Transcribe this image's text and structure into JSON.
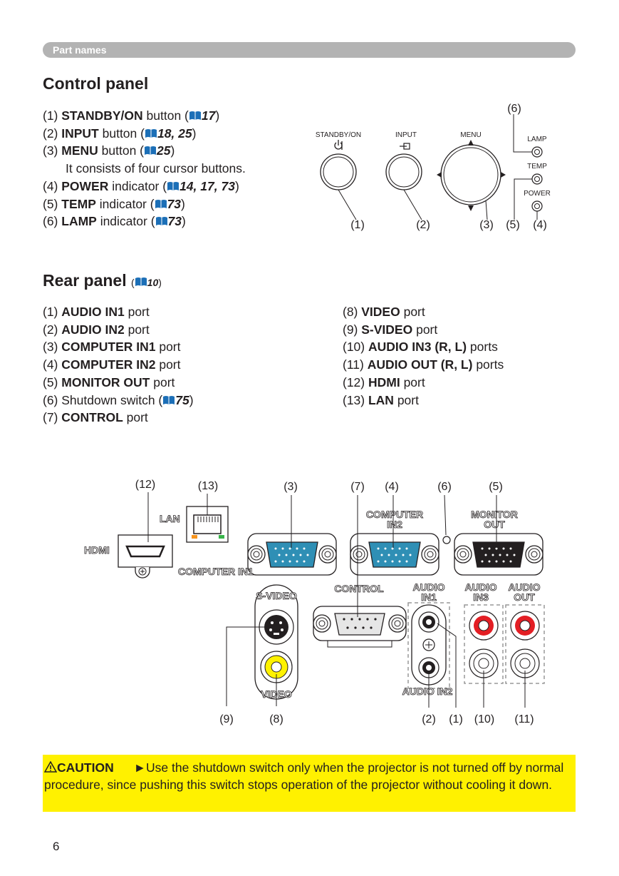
{
  "section_label": "Part names",
  "control_panel": {
    "title": "Control panel",
    "items": [
      {
        "num": "(1) ",
        "name": "STANDBY/ON",
        "suffix": " button (",
        "ref": "17",
        "close": ")"
      },
      {
        "num": "(2) ",
        "name": "INPUT",
        "suffix": " button (",
        "ref": "18, 25",
        "close": ")"
      },
      {
        "num": "(3) ",
        "name": "MENU",
        "suffix": " button (",
        "ref": "25",
        "close": ")"
      },
      {
        "note": "It consists of four cursor buttons."
      },
      {
        "num": "(4) ",
        "name": "POWER",
        "suffix": " indicator (",
        "ref": "14, 17, 73",
        "close": ")"
      },
      {
        "num": "(5) ",
        "name": "TEMP",
        "suffix": " indicator (",
        "ref": "73",
        "close": ")"
      },
      {
        "num": "(6) ",
        "name": "LAMP",
        "suffix": " indicator (",
        "ref": "73",
        "close": ")"
      }
    ],
    "diagram_labels": {
      "standby": "STANDBY/ON",
      "input": "INPUT",
      "menu": "MENU",
      "lamp": "LAMP",
      "temp": "TEMP",
      "power": "POWER",
      "c1": "(1)",
      "c2": "(2)",
      "c3": "(3)",
      "c4": "(4)",
      "c5": "(5)",
      "c6": "(6)"
    }
  },
  "rear_panel": {
    "title": "Rear panel",
    "title_ref": "10",
    "left_items": [
      {
        "num": "(1) ",
        "name": "AUDIO IN1",
        "suffix": " port"
      },
      {
        "num": "(2) ",
        "name": "AUDIO IN2",
        "suffix": " port"
      },
      {
        "num": "(3) ",
        "name": "COMPUTER IN1",
        "suffix": " port"
      },
      {
        "num": "(4) ",
        "name": "COMPUTER IN2",
        "suffix": " port"
      },
      {
        "num": "(5) ",
        "name": "MONITOR OUT",
        "suffix": " port"
      },
      {
        "num": "(6) ",
        "name": "",
        "suffix": "Shutdown switch (",
        "ref": "75",
        "close": ")"
      },
      {
        "num": "(7) ",
        "name": "CONTROL",
        "suffix": " port"
      }
    ],
    "right_items": [
      {
        "num": "(8) ",
        "name": "VIDEO",
        "suffix": " port"
      },
      {
        "num": "(9) ",
        "name": "S-VIDEO",
        "suffix": " port"
      },
      {
        "num": "(10) ",
        "name": "AUDIO IN3 (R, L)",
        "suffix": " ports"
      },
      {
        "num": "(11) ",
        "name": "AUDIO OUT (R, L)",
        "suffix": " ports"
      },
      {
        "num": "(12) ",
        "name": "HDMI",
        "suffix": " port"
      },
      {
        "num": "(13) ",
        "name": "LAN",
        "suffix": " port"
      }
    ],
    "diagram_labels": {
      "hdmi": "HDMI",
      "lan": "LAN",
      "computer_in1": "COMPUTER IN1",
      "computer_in2_a": "COMPUTER",
      "computer_in2_b": "IN2",
      "monitor_out_a": "MONITOR",
      "monitor_out_b": "OUT",
      "s_video": "S-VIDEO",
      "control": "CONTROL",
      "video": "VIDEO",
      "audio_in1_a": "AUDIO",
      "audio_in1_b": "IN1",
      "audio_in3_a": "AUDIO",
      "audio_in3_b": "IN3",
      "audio_out_a": "AUDIO",
      "audio_out_b": "OUT",
      "audio_in2": "AUDIO IN2",
      "c12": "(12)",
      "c13": "(13)",
      "c3": "(3)",
      "c7": "(7)",
      "c4": "(4)",
      "c6": "(6)",
      "c5": "(5)",
      "c9": "(9)",
      "c8": "(8)",
      "c2": "(2)",
      "c1": "(1)",
      "c10": "(10)",
      "c11": "(11)"
    }
  },
  "caution": {
    "label": "CAUTION",
    "text": "►Use the shutdown switch only when the projector is not turned off by normal procedure, since pushing this switch stops operation of the projector without cooling it down."
  },
  "page_number": "6",
  "colors": {
    "caution_bg": "#fff100",
    "bar": "#b3b3b3",
    "vga_blue": "#2f8fb5",
    "rca_red": "#e31e24",
    "rca_yellow": "#fff200",
    "book_blue": "#1c6fb7"
  }
}
